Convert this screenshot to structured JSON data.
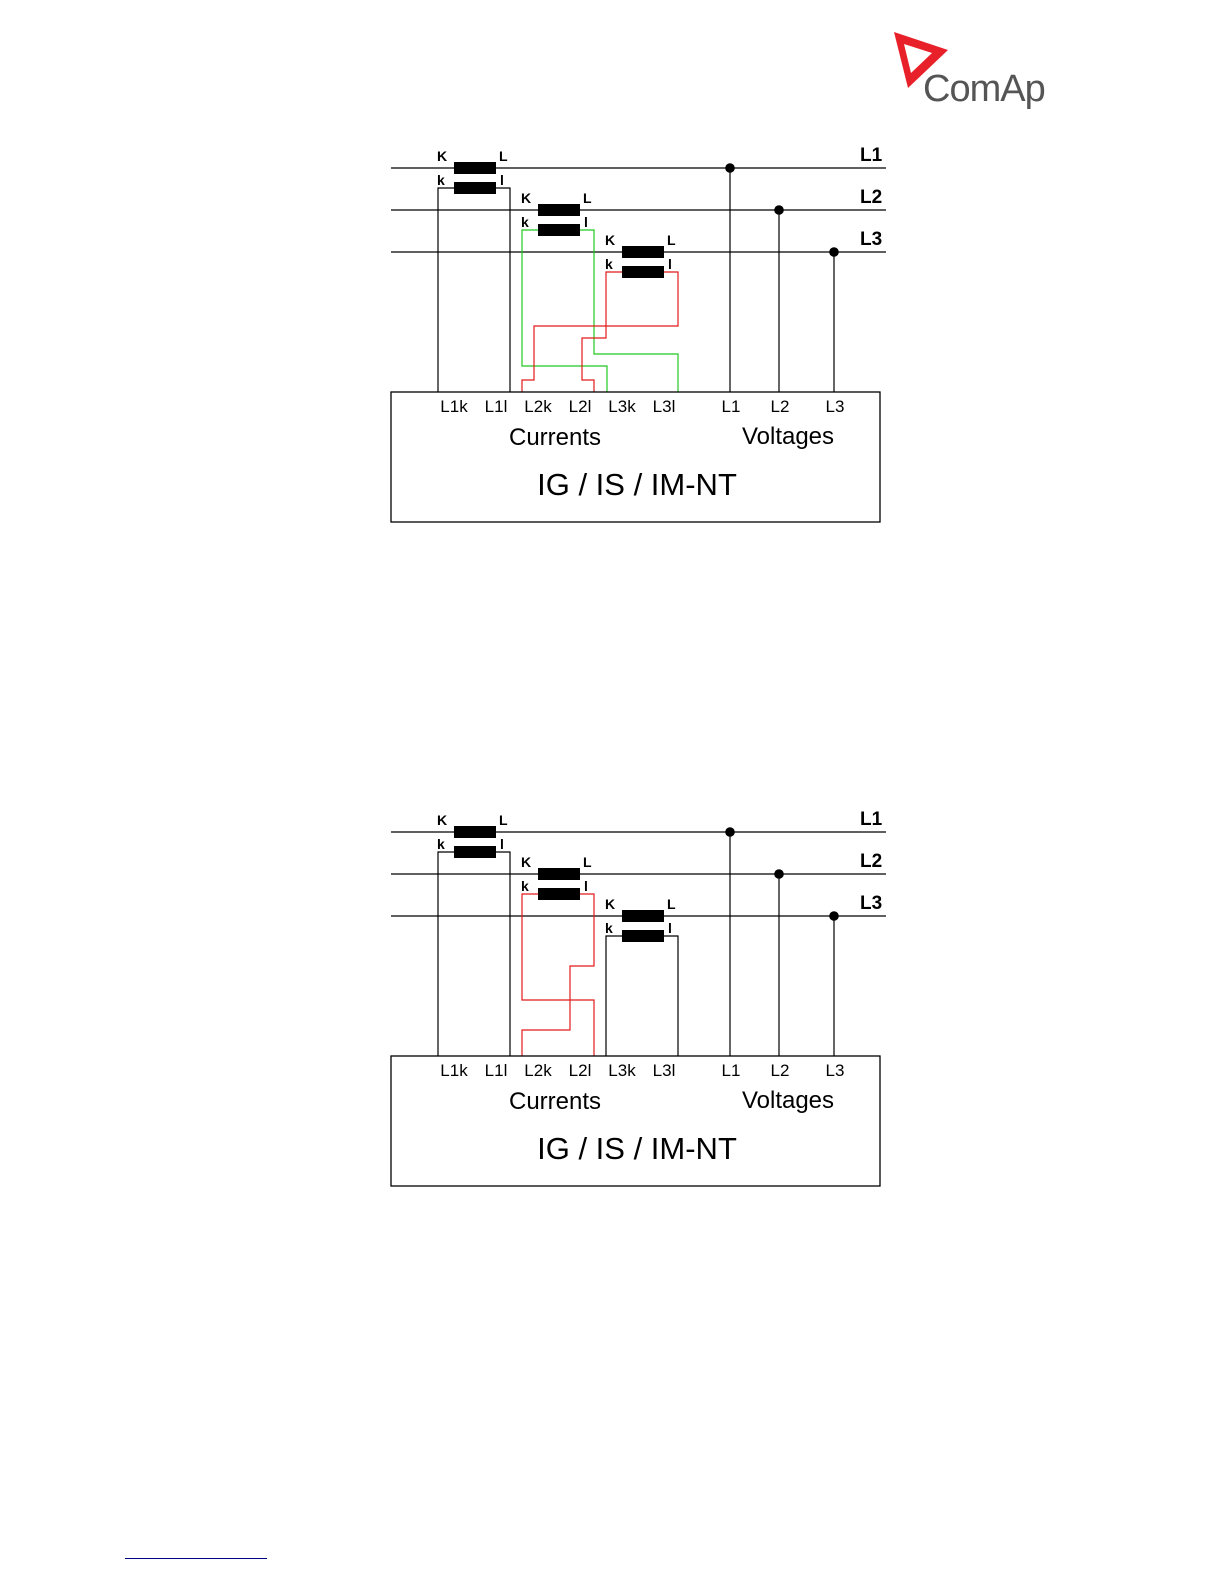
{
  "brand": {
    "name": "ComAp",
    "accent": "#e8202a",
    "text_color": "#555555"
  },
  "colors": {
    "green": "#22c722",
    "red": "#e21b1b",
    "black": "#000000"
  },
  "diagrams": [
    {
      "lines": [
        "L1",
        "L2",
        "L3"
      ],
      "ct_labels": {
        "K": "K",
        "k": "k",
        "L": "L",
        "l": "l"
      },
      "terminals": [
        "L1k",
        "L1l",
        "L2k",
        "L2l",
        "L3k",
        "L3l",
        "L1",
        "L2",
        "L3"
      ],
      "group_currents": "Currents",
      "group_voltages": "Voltages",
      "device": "IG / IS / IM-NT"
    },
    {
      "lines": [
        "L1",
        "L2",
        "L3"
      ],
      "ct_labels": {
        "K": "K",
        "k": "k",
        "L": "L",
        "l": "l"
      },
      "terminals": [
        "L1k",
        "L1l",
        "L2k",
        "L2l",
        "L3k",
        "L3l",
        "L1",
        "L2",
        "L3"
      ],
      "group_currents": "Currents",
      "group_voltages": "Voltages",
      "device": "IG / IS / IM-NT"
    }
  ]
}
